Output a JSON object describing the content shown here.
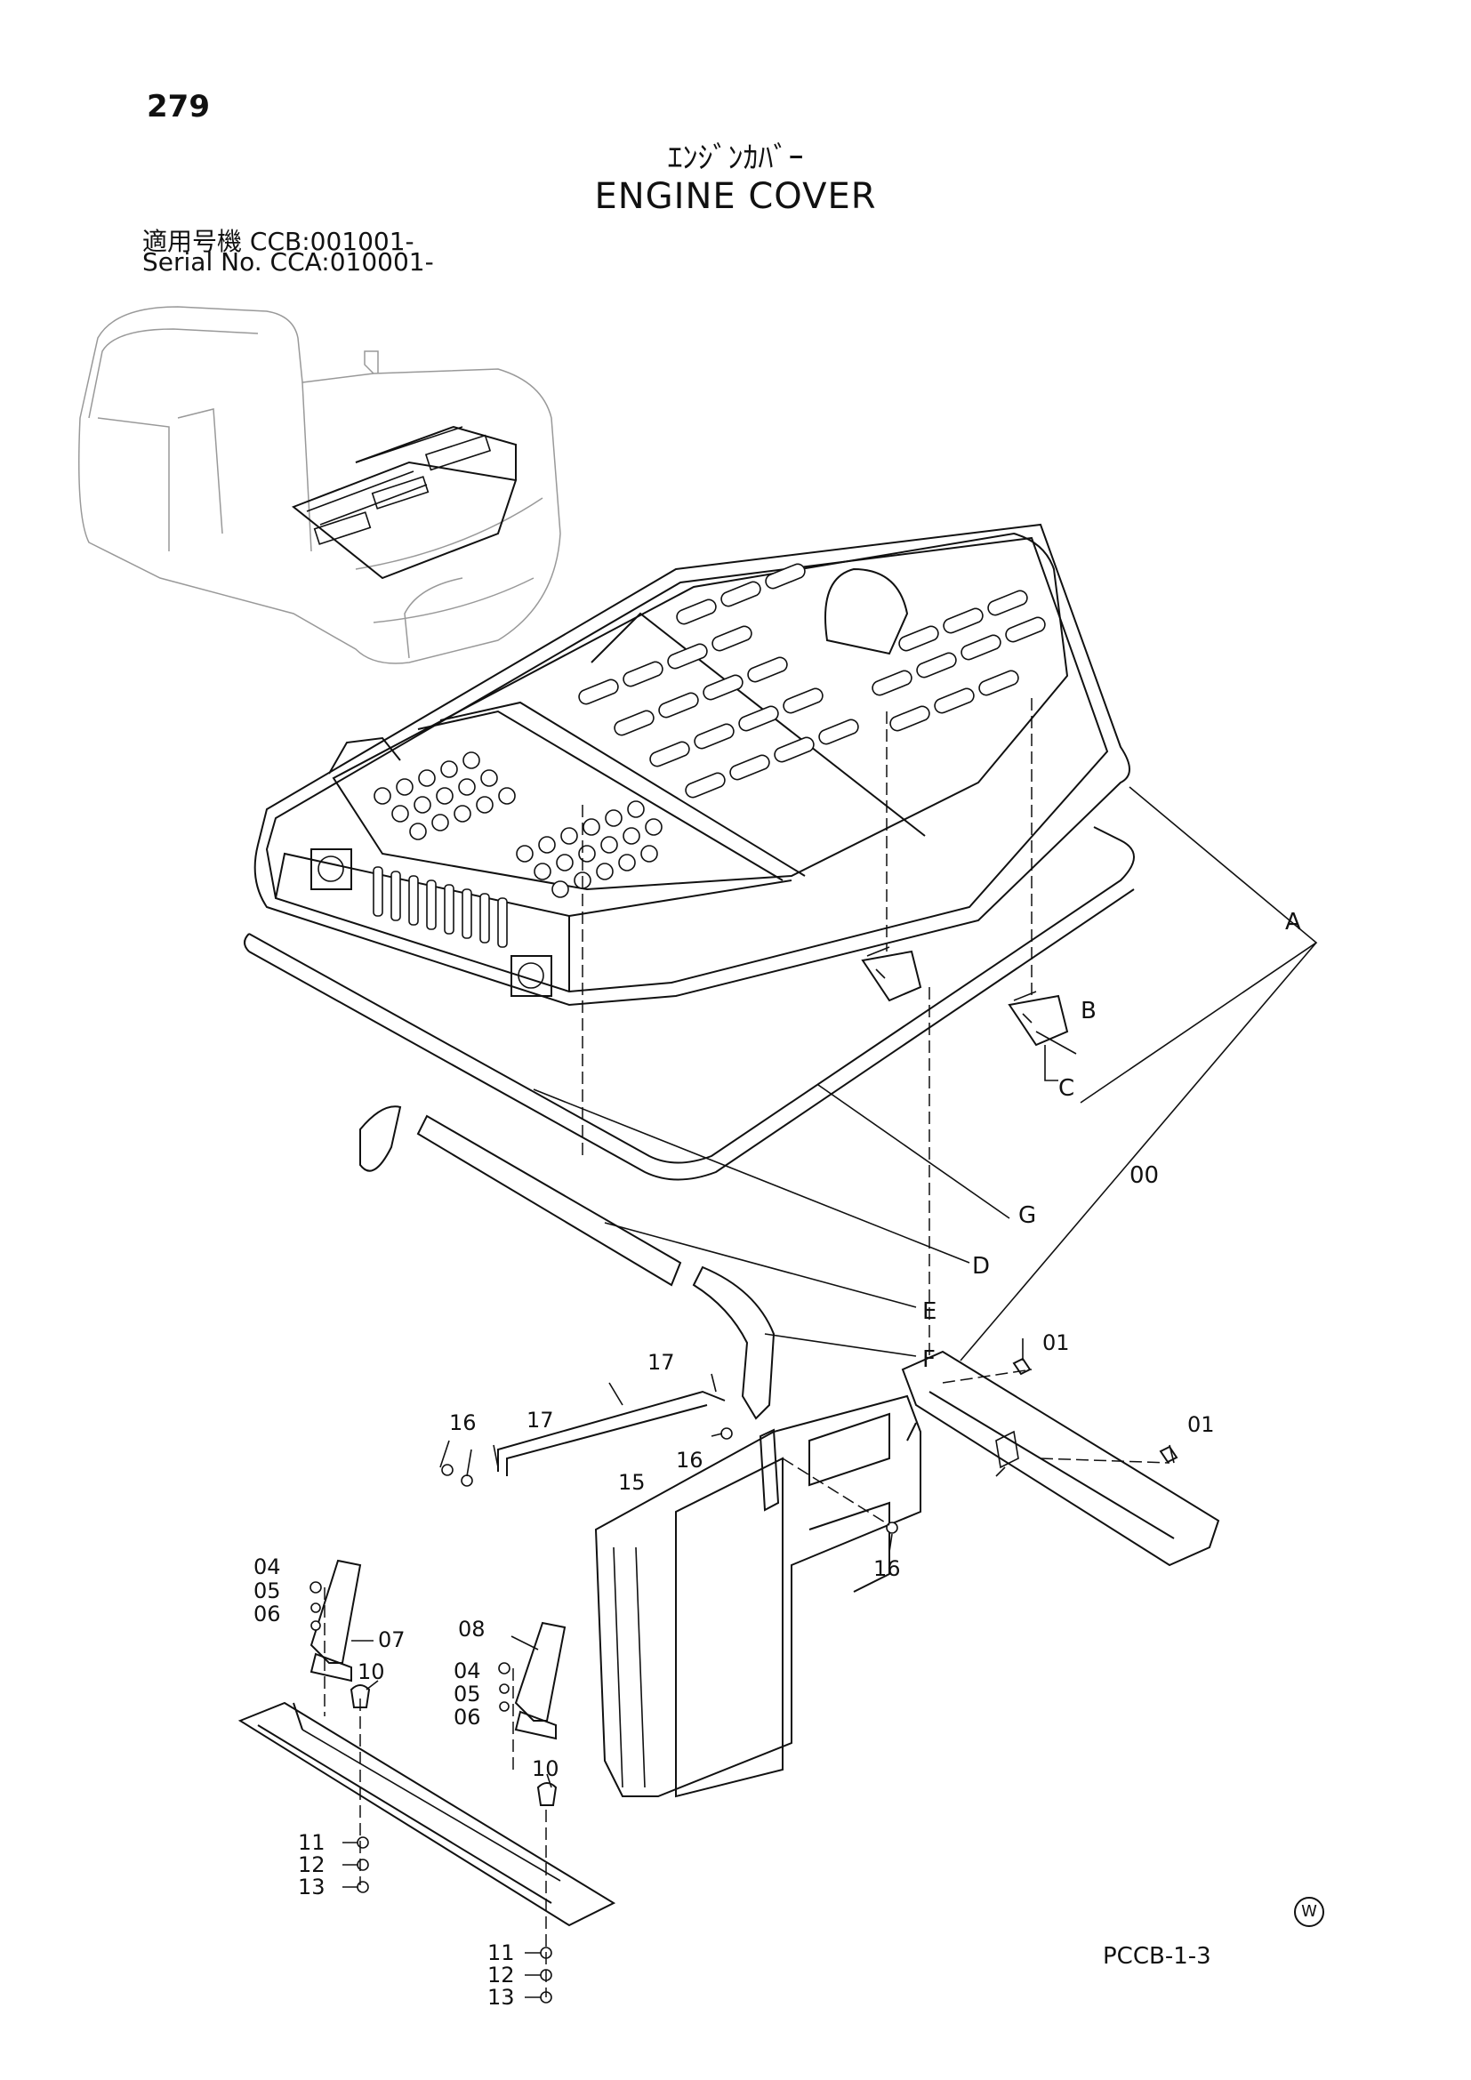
{
  "header": {
    "page_number": "279",
    "title_jp": "ｴﾝｼﾞﾝｶﾊﾞｰ",
    "title_en": "ENGINE COVER",
    "serial_jp": "適用号機  CCB:001001-",
    "serial_en": "Serial No. CCA:010001-"
  },
  "footer": {
    "drawing_code": "PCCB-1-3",
    "mark": "W"
  },
  "callouts": {
    "A": "A",
    "B": "B",
    "C": "C",
    "D": "D",
    "E": "E",
    "F": "F",
    "G": "G",
    "p00": "00",
    "p01a": "01",
    "p01b": "01",
    "p04a": "04",
    "p04b": "04",
    "p05a": "05",
    "p05b": "05",
    "p06a": "06",
    "p06b": "06",
    "p07": "07",
    "p08": "08",
    "p10a": "10",
    "p10b": "10",
    "p11a": "11",
    "p11b": "11",
    "p12a": "12",
    "p12b": "12",
    "p13a": "13",
    "p13b": "13",
    "p15": "15",
    "p16a": "16",
    "p16b": "16",
    "p16c": "16",
    "p17a": "17",
    "p17b": "17"
  }
}
